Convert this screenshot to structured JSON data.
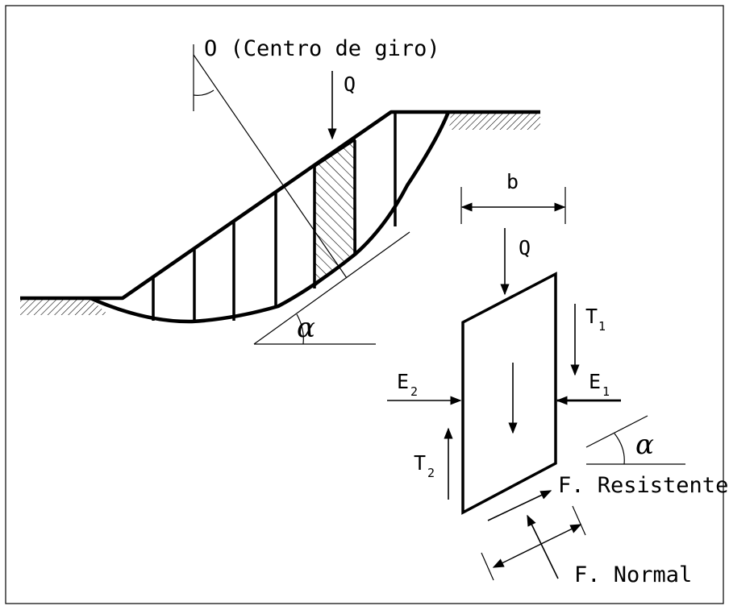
{
  "labels": {
    "center": "O (Centro de giro)",
    "q_top": "Q",
    "q_slice": "Q",
    "b": "b",
    "t1": "T",
    "t1_sub": "1",
    "t2": "T",
    "t2_sub": "2",
    "e1": "E",
    "e1_sub": "1",
    "e2": "E",
    "e2_sub": "2",
    "alpha_slope": "α",
    "alpha_base": "α",
    "resistente": "F. Resistente",
    "normal": "F. Normal"
  }
}
